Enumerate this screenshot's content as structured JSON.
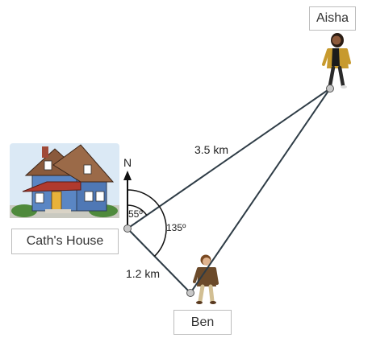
{
  "labels": {
    "aisha": "Aisha",
    "ben": "Ben",
    "house": "Cath's House",
    "north": "N"
  },
  "measurements": {
    "distance_aisha": "3.5 km",
    "distance_ben": "1.2 km",
    "angle_aisha": "55º",
    "angle_ben": "135º"
  },
  "icons": {
    "house": "house-illustration",
    "aisha": "walking-woman-illustration",
    "ben": "walking-boy-illustration"
  },
  "colors": {
    "line": "#2e3c46",
    "point_fill": "#c8c8c8",
    "house_wall": "#5a86c4",
    "house_roof": "#8a5a3c"
  }
}
